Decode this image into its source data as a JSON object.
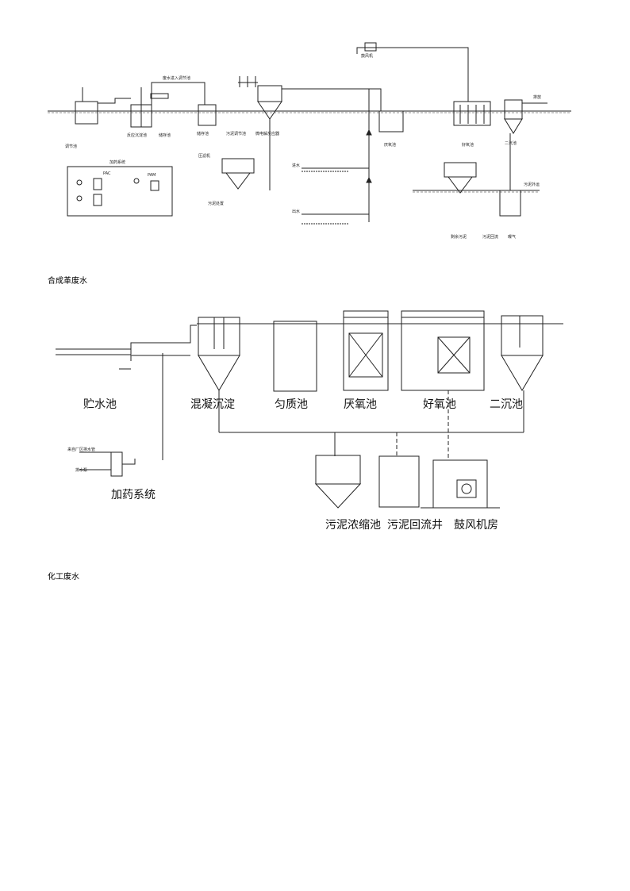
{
  "captions": {
    "figure1": "合成革废水",
    "figure2": "化工废水"
  },
  "figure1": {
    "labels": {
      "l01": "调节池",
      "l02": "反应沉淀池",
      "l03": "废水进入调节池",
      "l04": "储存池",
      "l05": "储存池",
      "l06": "污泥调节池",
      "l07": "微电解反应器",
      "l08": "厌氧池",
      "l09": "好氧池",
      "l10": "二沉池",
      "l11": "排放",
      "l12": "压滤机",
      "l13": "污泥处置",
      "l14": "加药系统",
      "l15": "PAC",
      "l16": "PAM",
      "l17": "鼓风机",
      "l18": "剩余污泥",
      "l19": "污泥回流",
      "l20": "曝气",
      "l21": "进水",
      "l22": "出水",
      "l23": "污泥外运"
    }
  },
  "figure2": {
    "labels": {
      "storage": "贮水池",
      "coag": "混凝沉淀",
      "equal": "匀质池",
      "anaer": "厌氧池",
      "aer": "好氧池",
      "sec": "二沉池",
      "dosing": "加药系统",
      "thick": "污泥浓缩池",
      "ret": "污泥回流井",
      "blower": "鼓风机房",
      "small1": "来自厂区排水管",
      "small2": "排水泵"
    }
  }
}
